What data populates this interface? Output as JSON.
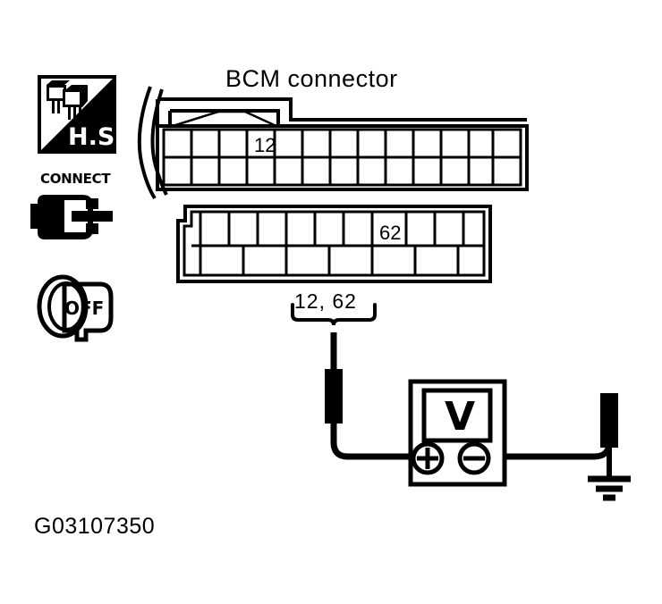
{
  "diagram": {
    "title": "BCM connector",
    "figure_code": "G03107350",
    "background_color": "#ffffff",
    "line_color": "#000000"
  },
  "icons": {
    "hs": {
      "name": "hs-icon",
      "label": "H.S.",
      "meaning": "Hand Scanner / Harness Side connector view"
    },
    "connect": {
      "name": "connect-icon",
      "label": "CONNECT",
      "meaning": "Connector must be connected"
    },
    "ignition": {
      "name": "ignition-off-icon",
      "label": "OFF",
      "meaning": "Ignition switch OFF"
    }
  },
  "connectors": [
    {
      "name": "bcm-connector-upper",
      "highlighted_pin": "12",
      "highlighted_pin_index": 4,
      "top_row_cells": 13,
      "bottom_row_cells": 13
    },
    {
      "name": "bcm-connector-lower",
      "highlighted_pin": "62",
      "highlighted_pin_index": 6,
      "top_row_cells": 10,
      "bottom_row_cells": 6
    }
  ],
  "probe_label": {
    "text": "12, 62",
    "name": "probe-pin-callout"
  },
  "meter": {
    "name": "voltmeter",
    "display": "V",
    "positive_terminal": "+",
    "negative_terminal": "−"
  },
  "ground": {
    "name": "chassis-ground-symbol",
    "label": "ground"
  }
}
